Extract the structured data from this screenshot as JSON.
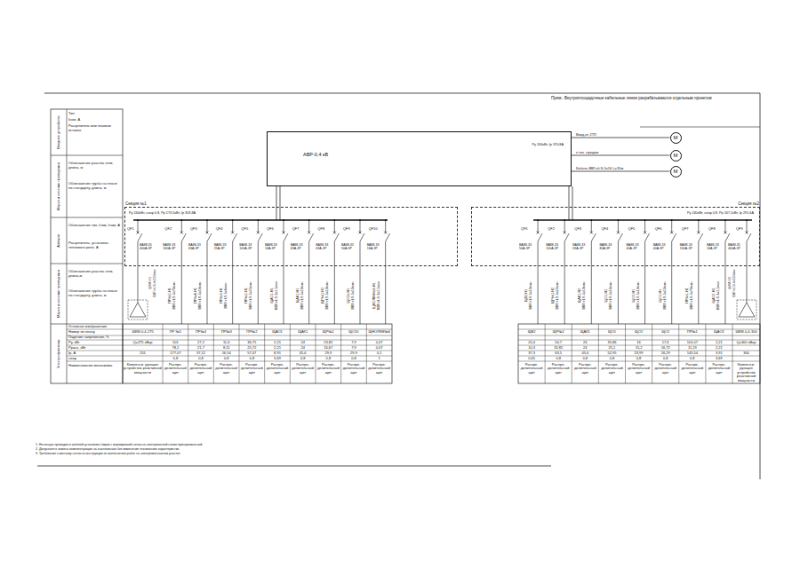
{
  "diagram": {
    "nodes": [
      {
        "text": [
          "АВР-0,4 кВ",
          "Ру 240кВт, Iр 370,8А"
        ]
      },
      {
        "text": [
          "Секция №1",
          "Ру 240кВт, cosφ 0,8, Рр 173,5кВт, Iр 303,8А"
        ]
      },
      {
        "text": [
          "Секция №2",
          "Ру 240кВт, cosφ 0,8, Рр 167,1кВт, Iр 291,6А"
        ]
      },
      {
        "text": [
          "М"
        ]
      },
      {
        "text": [
          "М"
        ]
      },
      {
        "text": [
          "М"
        ]
      }
    ],
    "edges": [
      {
        "from": 0,
        "to": 1,
        "arrow": "none"
      },
      {
        "from": 0,
        "to": 2,
        "arrow": "none"
      },
      {
        "from": 0,
        "to": 3,
        "arrow": "none",
        "label": "Ввод от 2ТП"
      },
      {
        "from": 0,
        "to": 4,
        "arrow": "none",
        "label": "к тех. нуждам"
      },
      {
        "from": 0,
        "to": 5,
        "arrow": "none",
        "label": "Кабель ВВГнгLS-5х16 L=35м"
      }
    ],
    "labels": [
      "Вводное устройство",
      "Тип",
      "Iном ,А",
      "Расцепитель или плавкая вставка",
      "Марка и сечение проводника",
      "Обозначение участка сети, длина, м",
      "Обозначение трубы на плане по стандарту, длина, м",
      "Аппарат",
      "Обозначение тип, Iном, Iном, А",
      "Расцепитель, установка теплового реле, А",
      "Марка и сечение проводника",
      "Обозначение участка сети, длина,м",
      "Обозначение трубы на плане по стандарту, длина, м",
      "Электроприемник",
      "Условное изображение",
      "Номер по плану",
      "Падение напряжения, %",
      "Pу, кВт",
      "Pрасч, кВт",
      "Iр, А",
      "cosφ",
      "Наименование механизма",
      "Прим.: Внутриплощадочные кабельные линии разрабатываются отдельным проектом",
      "QF1",
      "ВА88-35 400А-3Р",
      "ШКМ-Н1",
      "ВВГнгLS-4х150мм²",
      "ШКМ-0,4-275",
      "Q=275 кВар",
      "251",
      "Компенси- рующее устройство реактивной мощности",
      "QF2",
      "ВА88-33 160А-3Р",
      "ПР№5-Н1",
      "ВВГнгLS-5х70мм²",
      "ПР №5",
      "101",
      "78,1",
      "177,07",
      "0,8",
      "Распре- делительный щит",
      "QF3",
      "ВА88-33 63А-3Р",
      "ПР№4-Н1",
      "ВВГнгLS-5х16мм²",
      "ПР№4",
      "27,2",
      "21,7",
      "37,12",
      "0,8",
      "Распре- делительный щит",
      "QF4",
      "ВА88-33 25А-3Р",
      "ПР№3-Н1",
      "ВВГнгLS-5х6мм²",
      "ПР№3",
      "11,6",
      "8,11",
      "16,54",
      "0,8",
      "Распре- делительный щит",
      "QF5",
      "ВА88-33 100А-3Р",
      "ПР№2-Н1",
      "ВВГнгLS-5х25мм²",
      "ПР№2",
      "36,75",
      "25,72",
      "57,47",
      "0,8",
      "Распре- делительный щит",
      "QF6",
      "ВА88-33 16А-3Р",
      "ЩАО1-Н1",
      "ВВГнгLS-3х2,5мм²",
      "ЩАО1",
      "2,21",
      "2,21",
      "8,91",
      "3,69",
      "Распре- делительный щит",
      "QF7",
      "ВА88-33 63А-3Р",
      "ЩАК1-Н1",
      "ВВГнгLS-5х10мм²",
      "ЩАК1",
      "24",
      "24",
      "45,6",
      "0,8",
      "Распре- делительный щит",
      "QF8",
      "ВА88-33 63А-3Р",
      "ЩР№1-Н1",
      "ВВГнгLS-5х10мм²",
      "ЩР№1",
      "23,82",
      "16,67",
      "29,9",
      "0,8",
      "Распре- делительный щит",
      "QF9",
      "ВА88-33 50А-3Р",
      "ЩО2б-Н1",
      "ВВГнгLS-5х10мм²",
      "ЩО2б",
      "7,9",
      "7,9",
      "29,9",
      "0,8",
      "Распре- делительный щит",
      "QF10",
      "ВА88-33 16А-3Р",
      "ЩНОЛКМ№6-Н1",
      "ВВГнгLS-3х2,5мм²",
      "ЩНОЛКМ№6",
      "0,07",
      "0,07",
      "0,1",
      "1",
      "Распре- делительный щит",
      "QF1",
      "ВА88-33 50А-3Р",
      "ЩВ2-Н1",
      "ВВГнгLS-5х10мм²",
      "ЩВ2",
      "20,4",
      "10,3",
      "37,3",
      "0,65",
      "Распре- делительный щит",
      "QF2",
      "ВА88-33 100А-3Р",
      "ЩР№1-Н2",
      "ВВГнгLS-5х25мм²",
      "ЩР№1",
      "54,7",
      "32,82",
      "63,5",
      "0,8",
      "Распре- делительный щит",
      "QF3",
      "ВА88-33 63А-3Р",
      "ЩАК1-Н2",
      "ВВГнгLS-5х10мм²",
      "ЩАК1",
      "24",
      "24",
      "45,6",
      "0,8",
      "Распре- делительный щит",
      "QF4",
      "ВА88-33 80А-3Р",
      "ЩО1-Н2",
      "ВВГнгLS-5х16мм²",
      "ЩО1",
      "35,86",
      "25,1",
      "52,95",
      "0,8",
      "Распре- делительный щит",
      "QF5",
      "ВА88-33 40А-3Р",
      "ЩО2-Н1",
      "ВВГнгLS-5х10мм²",
      "ЩО2",
      "16",
      "15,2",
      "23,99",
      "0,8",
      "Распре- делительный щит",
      "QF6",
      "ВА88-33 40А-3Р",
      "ЩО1-Н1",
      "ВВГнгLS-5х10мм²",
      "ЩО1",
      "17,6",
      "16,72",
      "26,29",
      "0,8",
      "Распре- делительный щит",
      "QF7",
      "ВА88-33 160А-3Р",
      "ПР№1-Н1",
      "ВВГнгLS-5х70мм²",
      "ПР№1",
      "101,07",
      "11,19",
      "145,54",
      "0,8",
      "Распре- делительный щит",
      "QF8",
      "ВА88-33 16А-3Р",
      "ЩАО2-Н1",
      "ВВГнгLS-3х2,5мм²",
      "ЩАО2",
      "2,21",
      "2,21",
      "3,91",
      "3,69",
      "Распре- делительный щит",
      "QF9",
      "ВА88-35 400А-3Р",
      "ШКМ-Н2",
      "ВВГнгLS-4х150мм²",
      "ШКМ-0,4-300",
      "Q=300 кВар",
      "300",
      "Компенси- рующее устройство реактивной мощности",
      "1. На концах проводов и кабелей установить бирки с маркировкой согласно электрической схеме принципиальной.",
      "2. Допускается замена комплектующих на аналогичные без изменения технических характеристик.",
      "3. Требования к монтажу согласно инструкции по выполнению работ на электромонтажном участке."
    ]
  }
}
